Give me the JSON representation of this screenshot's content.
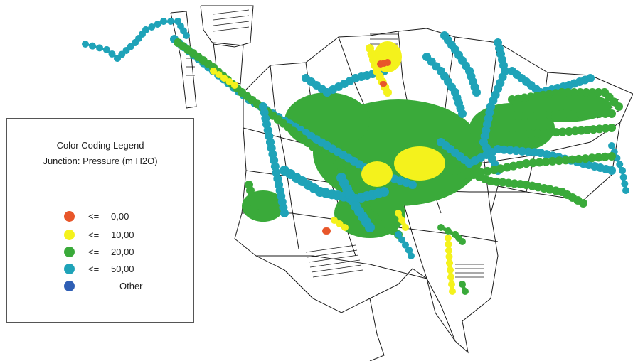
{
  "legend": {
    "title_line1": "Color Coding Legend",
    "title_line2": "Junction: Pressure (m H2O)",
    "items": [
      {
        "operator": "<=",
        "value": "0,00",
        "color": "#e8562a"
      },
      {
        "operator": "<=",
        "value": "10,00",
        "color": "#f4f21c"
      },
      {
        "operator": "<=",
        "value": "20,00",
        "color": "#3aaa3a"
      },
      {
        "operator": "<=",
        "value": "50,00",
        "color": "#1fa3b8"
      },
      {
        "operator": "",
        "value": "Other",
        "color": "#2f5fb5"
      }
    ]
  },
  "map": {
    "street_color": "#1a1a1a",
    "background": "#ffffff"
  }
}
